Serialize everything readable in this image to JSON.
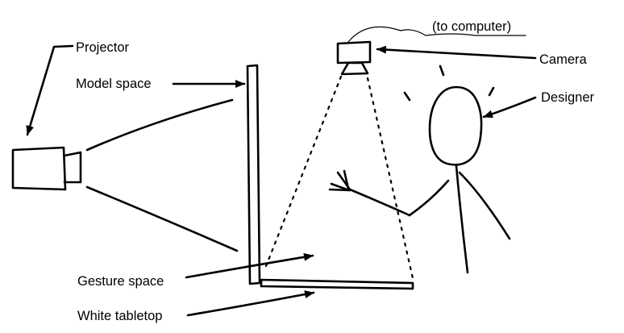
{
  "labels": {
    "projector": "Projector",
    "model_space": "Model space",
    "gesture_space": "Gesture space",
    "white_tabletop": "White tabletop",
    "to_computer": "(to computer)",
    "camera": "Camera",
    "designer": "Designer"
  },
  "colors": {
    "ink": "#000000",
    "background": "#ffffff"
  }
}
